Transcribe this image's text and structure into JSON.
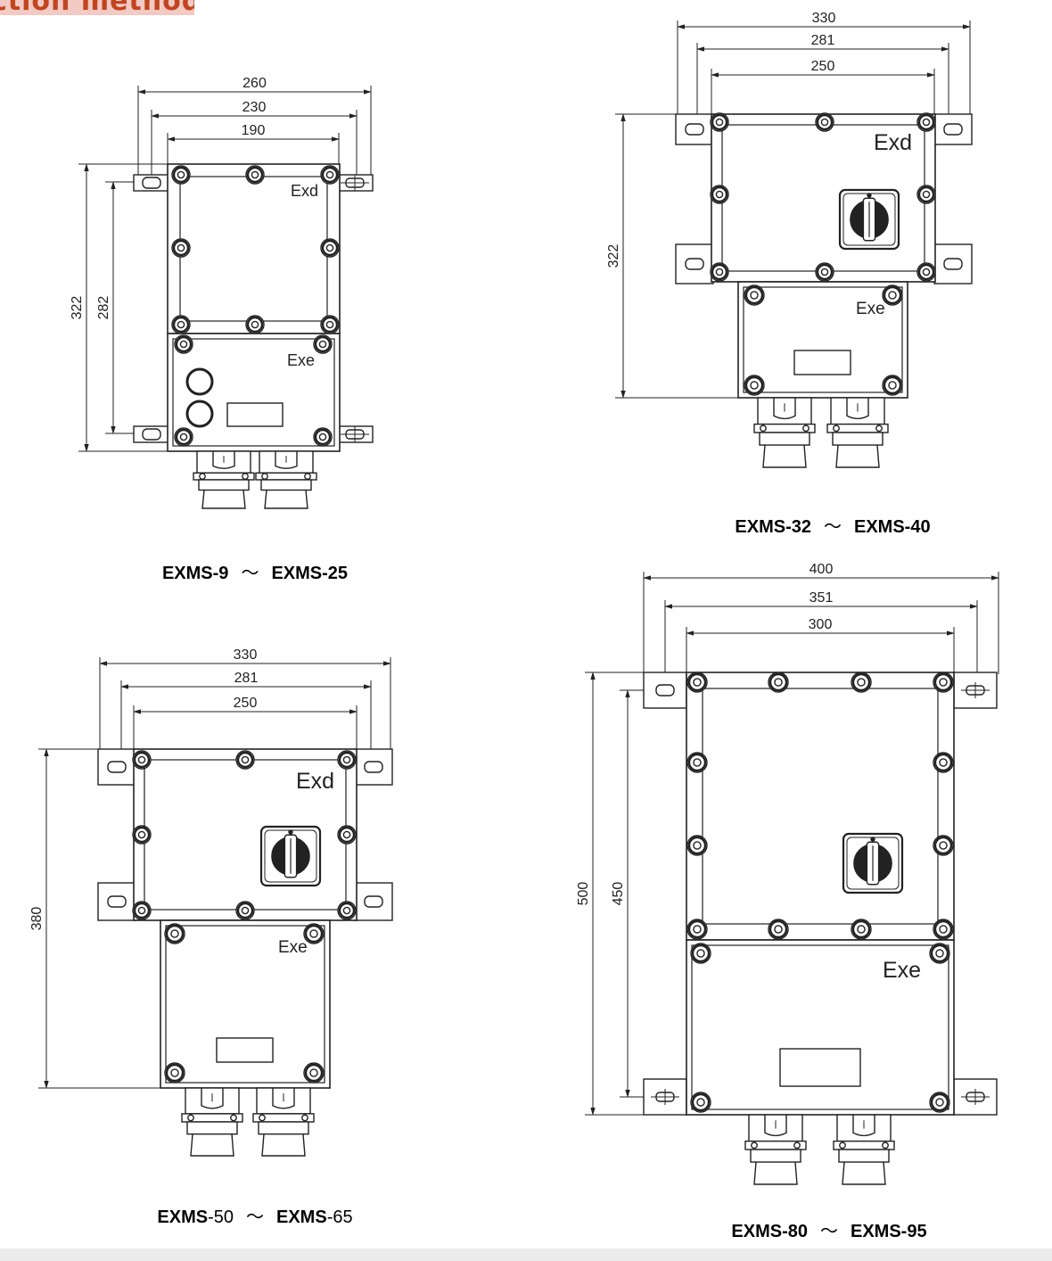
{
  "header": {
    "title": "ction methods"
  },
  "labels": {
    "exd": "Exd",
    "exe": "Exe"
  },
  "drawings": [
    {
      "dims_horizontal": [
        "260",
        "230",
        "190"
      ],
      "dims_vertical": [
        "322",
        "282"
      ],
      "caption": {
        "model_a_prefix": "EXMS-9",
        "model_a_suffix": "",
        "separator": "～",
        "model_b_prefix": "EXMS-25",
        "model_b_suffix": ""
      }
    },
    {
      "dims_horizontal": [
        "330",
        "281",
        "250"
      ],
      "dims_vertical": [
        "322"
      ],
      "caption": {
        "model_a_prefix": "EXMS-32",
        "model_a_suffix": "",
        "separator": "～",
        "model_b_prefix": "EXMS-40",
        "model_b_suffix": ""
      }
    },
    {
      "dims_horizontal": [
        "330",
        "281",
        "250"
      ],
      "dims_vertical": [
        "380"
      ],
      "caption": {
        "model_a_prefix": "EXMS",
        "model_a_suffix": "-50",
        "separator": "～",
        "model_b_prefix": "EXMS",
        "model_b_suffix": "-65"
      }
    },
    {
      "dims_horizontal": [
        "400",
        "351",
        "300"
      ],
      "dims_vertical": [
        "500",
        "450"
      ],
      "caption": {
        "model_a_prefix": "EXMS-80",
        "model_a_suffix": "",
        "separator": "～",
        "model_b_prefix": "EXMS-95",
        "model_b_suffix": ""
      }
    }
  ]
}
